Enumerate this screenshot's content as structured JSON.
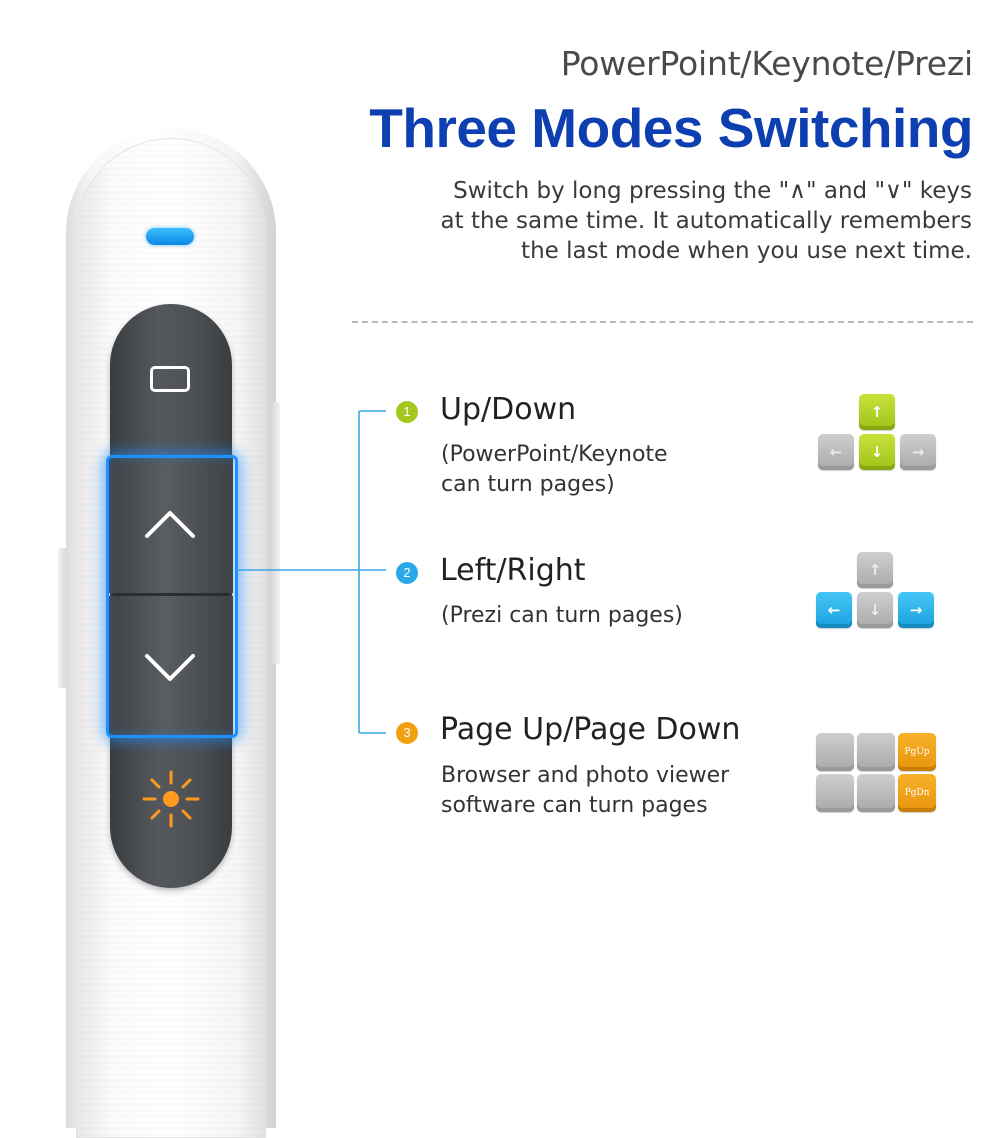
{
  "header": {
    "subtitle": "PowerPoint/Keynote/Prezi",
    "title": "Three Modes Switching",
    "description_lines": [
      "Switch by long pressing the  \"∧\" and \"∨\" keys",
      "at the same time. It automatically remembers",
      "the last mode when you use next time."
    ]
  },
  "modes": [
    {
      "number": "1",
      "color": "#a6c81e",
      "title": "Up/Down",
      "desc": [
        "(PowerPoint/Keynote",
        "can turn pages)"
      ],
      "keys_icon": "arrow-keys-up-down-highlight"
    },
    {
      "number": "2",
      "color": "#29a9e8",
      "title": "Left/Right",
      "desc": [
        "(Prezi can turn pages)"
      ],
      "keys_icon": "arrow-keys-left-right-highlight"
    },
    {
      "number": "3",
      "color": "#f0a010",
      "title": "Page Up/Page Down",
      "desc": [
        "Browser and photo viewer",
        "software can turn pages"
      ],
      "keys_icon": "pgup-pgdn-keys",
      "key_labels": {
        "pgup": "PgUp",
        "pgdn": "PgDn"
      }
    }
  ],
  "device": {
    "led_color": "#1e90ff",
    "buttons": [
      "screen-blank-icon",
      "chevron-up-icon",
      "chevron-down-icon",
      "laser-sun-icon"
    ],
    "glow_color": "#1e90ff",
    "laser_color": "#ff9a1f"
  }
}
